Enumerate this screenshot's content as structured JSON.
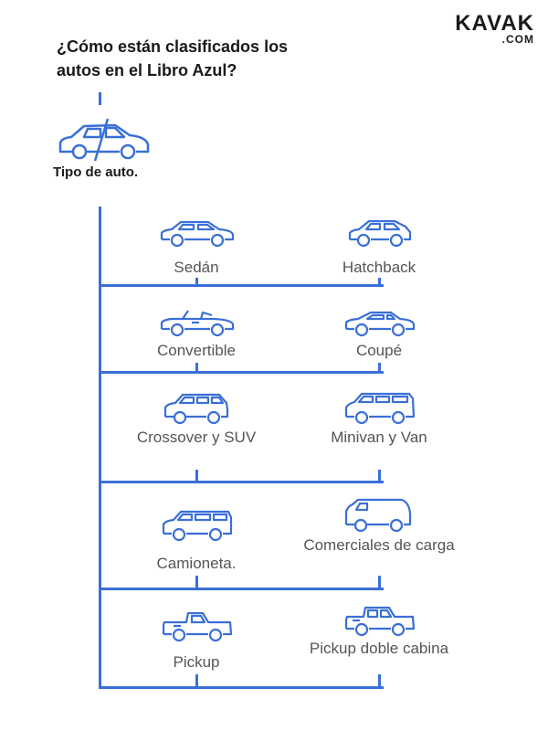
{
  "logo": {
    "brand": "KAVAK",
    "tld": ".COM"
  },
  "title": "¿Cómo están clasificados los autos en el Libro Azul?",
  "root": {
    "label": "Tipo de auto.",
    "icon": "car-icon"
  },
  "accent_color": "#3a6fd8",
  "categories": [
    {
      "label": "Sedán",
      "icon": "sedan-icon"
    },
    {
      "label": "Hatchback",
      "icon": "hatchback-icon"
    },
    {
      "label": "Convertible",
      "icon": "convertible-icon"
    },
    {
      "label": "Coupé",
      "icon": "coupe-icon"
    },
    {
      "label": "Crossover y SUV",
      "icon": "suv-icon"
    },
    {
      "label": "Minivan y Van",
      "icon": "minivan-icon"
    },
    {
      "label": "Camioneta.",
      "icon": "camioneta-icon"
    },
    {
      "label": "Comerciales de carga",
      "icon": "cargo-van-icon"
    },
    {
      "label": "Pickup",
      "icon": "pickup-icon"
    },
    {
      "label": "Pickup doble cabina",
      "icon": "double-cab-pickup-icon"
    }
  ]
}
